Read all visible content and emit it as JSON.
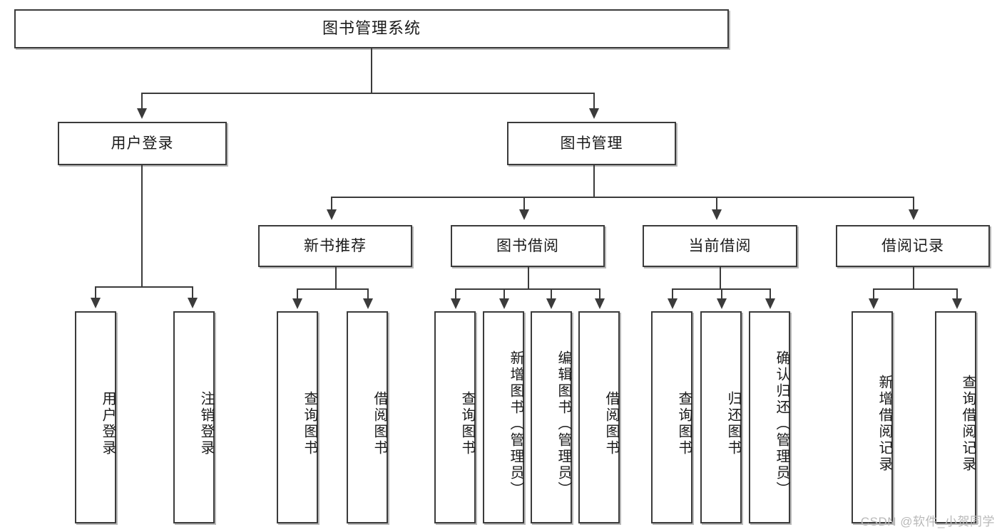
{
  "diagram": {
    "type": "tree-hierarchy",
    "title": "图书管理系统",
    "watermark": "CSDN @软件_小贺同学",
    "levels": {
      "root": {
        "label": "图书管理系统"
      },
      "level2": [
        {
          "id": "user-login",
          "label": "用户登录"
        },
        {
          "id": "book-management",
          "label": "图书管理"
        }
      ],
      "level3": [
        {
          "id": "new-book-recommend",
          "label": "新书推荐"
        },
        {
          "id": "book-borrow",
          "label": "图书借阅"
        },
        {
          "id": "current-borrow",
          "label": "当前借阅"
        },
        {
          "id": "borrow-record",
          "label": "借阅记录"
        }
      ],
      "leaves": [
        {
          "id": "leaf-user-login",
          "parent": "user-login",
          "label": "用户登录"
        },
        {
          "id": "leaf-logout-login",
          "parent": "user-login",
          "label": "注销登录"
        },
        {
          "id": "leaf-query-book-1",
          "parent": "new-book-recommend",
          "label": "查询图书"
        },
        {
          "id": "leaf-borrow-book-1",
          "parent": "new-book-recommend",
          "label": "借阅图书"
        },
        {
          "id": "leaf-query-book-2",
          "parent": "book-borrow",
          "label": "查询图书"
        },
        {
          "id": "leaf-add-book-admin",
          "parent": "book-borrow",
          "label": "新增图书（管理员）"
        },
        {
          "id": "leaf-edit-book-admin",
          "parent": "book-borrow",
          "label": "编辑图书（管理员）"
        },
        {
          "id": "leaf-borrow-book-2",
          "parent": "book-borrow",
          "label": "借阅图书"
        },
        {
          "id": "leaf-query-book-3",
          "parent": "current-borrow",
          "label": "查询图书"
        },
        {
          "id": "leaf-return-book",
          "parent": "current-borrow",
          "label": "归还图书"
        },
        {
          "id": "leaf-confirm-return-admin",
          "parent": "current-borrow",
          "label": "确认归还（管理员）"
        },
        {
          "id": "leaf-add-borrow-record",
          "parent": "borrow-record",
          "label": "新增借阅记录"
        },
        {
          "id": "leaf-query-borrow-record",
          "parent": "borrow-record",
          "label": "查询借阅记录"
        }
      ]
    },
    "colors": {
      "stroke": "#3b3b3b",
      "fill": "#ffffff",
      "text": "#1a1a1a",
      "watermark": "#b9b9b9"
    }
  }
}
